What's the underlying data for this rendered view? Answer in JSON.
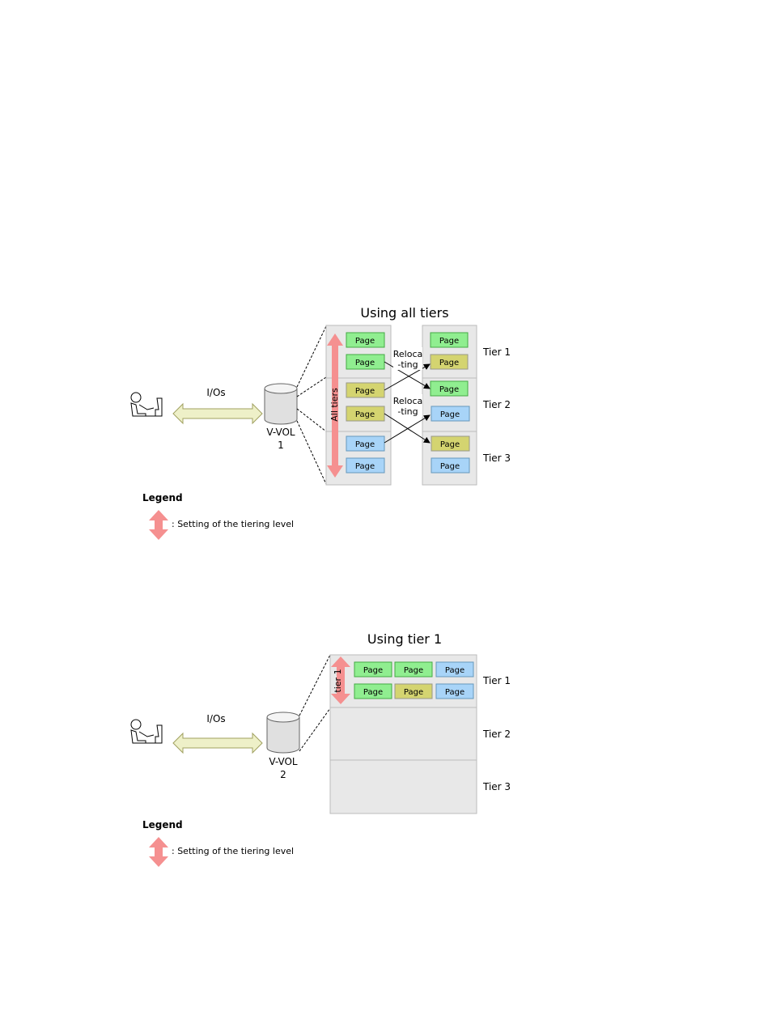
{
  "diagram1": {
    "title": "Using all tiers",
    "ios_label": "I/Os",
    "vvol_label_line1": "V-VOL",
    "vvol_label_line2": "1",
    "level_label": "All tiers",
    "relocating_1_line1": "Reloca",
    "relocating_1_line2": "-ting",
    "relocating_2_line1": "Reloca",
    "relocating_2_line2": "-ting",
    "tiers": [
      "Tier 1",
      "Tier 2",
      "Tier 3"
    ],
    "left_pages": [
      "Page",
      "Page",
      "Page",
      "Page",
      "Page",
      "Page"
    ],
    "right_pages": [
      "Page",
      "Page",
      "Page",
      "Page",
      "Page",
      "Page"
    ],
    "legend_title": "Legend",
    "legend_text": ": Setting of the tiering level"
  },
  "diagram2": {
    "title": "Using tier 1",
    "ios_label": "I/Os",
    "vvol_label_line1": "V-VOL",
    "vvol_label_line2": "2",
    "level_label": "tier 1",
    "tiers": [
      "Tier 1",
      "Tier 2",
      "Tier 3"
    ],
    "pages": [
      "Page",
      "Page",
      "Page",
      "Page",
      "Page",
      "Page"
    ],
    "legend_title": "Legend",
    "legend_text": ": Setting of the tiering level"
  },
  "colors": {
    "green_page": "#90ee90",
    "yellow_page": "#d4d470",
    "blue_page": "#a8d4f8",
    "tier_bg": "#e8e8e8",
    "level_arrow": "#f59090",
    "io_arrow": "#eef0c8"
  }
}
